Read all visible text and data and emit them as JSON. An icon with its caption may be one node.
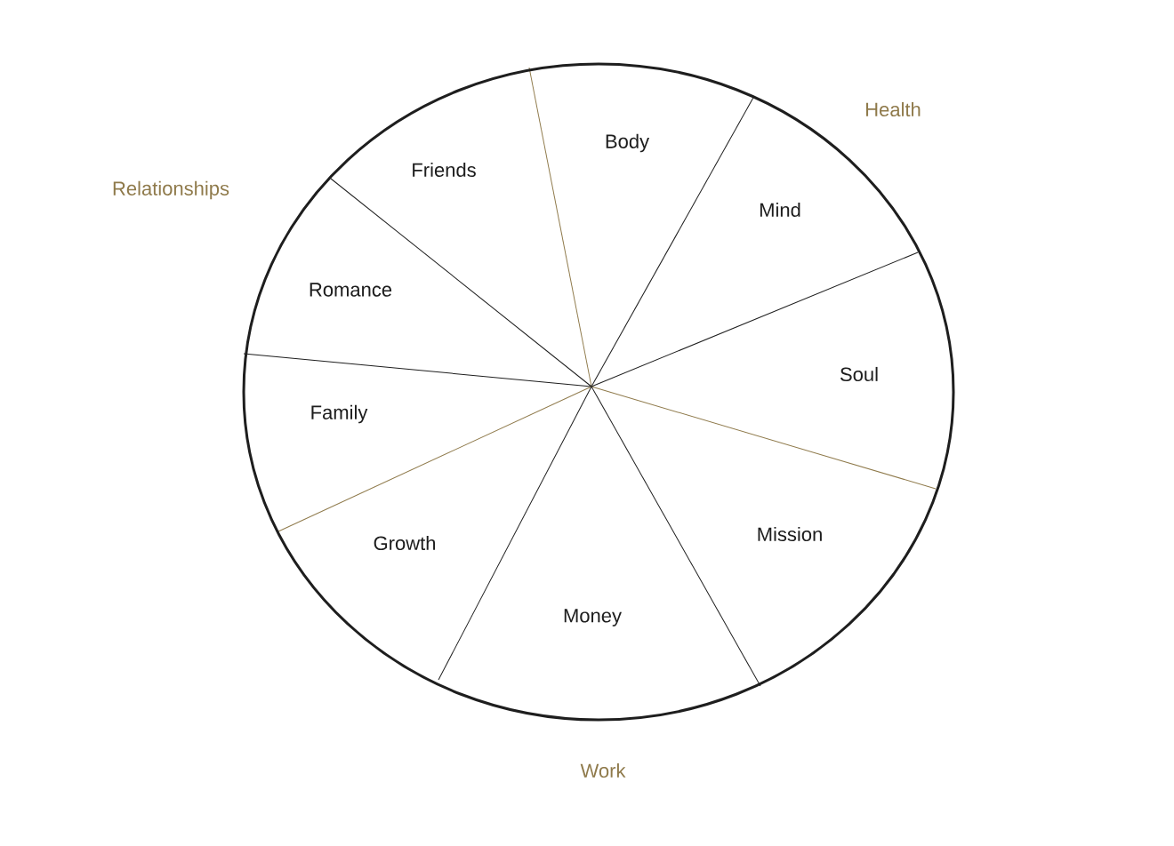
{
  "diagram": {
    "nodes": [
      {
        "text": [],
        "shape": "circle"
      },
      {
        "text": [
          "Body"
        ],
        "in": 0
      },
      {
        "text": [
          "Friends"
        ],
        "in": 0
      },
      {
        "text": [
          "Mind"
        ],
        "in": 0
      },
      {
        "text": [
          "Romance"
        ],
        "in": 0
      },
      {
        "text": [
          "Soul"
        ],
        "in": 0
      },
      {
        "text": [
          "Family"
        ],
        "in": 0
      },
      {
        "text": [
          "Mission"
        ],
        "in": 0
      },
      {
        "text": [
          "Growth"
        ],
        "in": 0
      },
      {
        "text": [
          "Money"
        ],
        "in": 0
      }
    ],
    "edges": [],
    "labels": [
      "Health",
      "Relationships",
      "Work"
    ]
  }
}
